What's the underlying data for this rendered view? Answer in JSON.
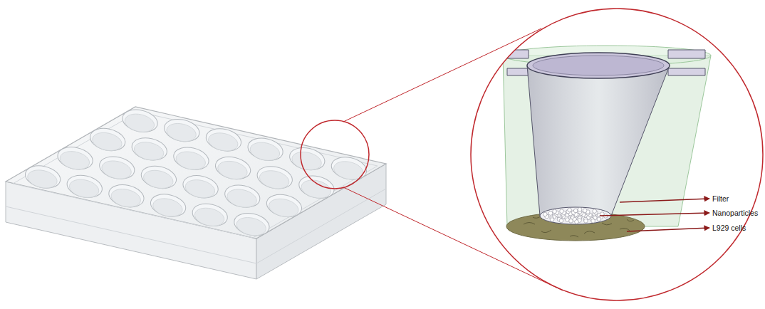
{
  "diagram": {
    "labels": [
      "Filter",
      "Nanoparticles",
      "L929 cells"
    ]
  }
}
